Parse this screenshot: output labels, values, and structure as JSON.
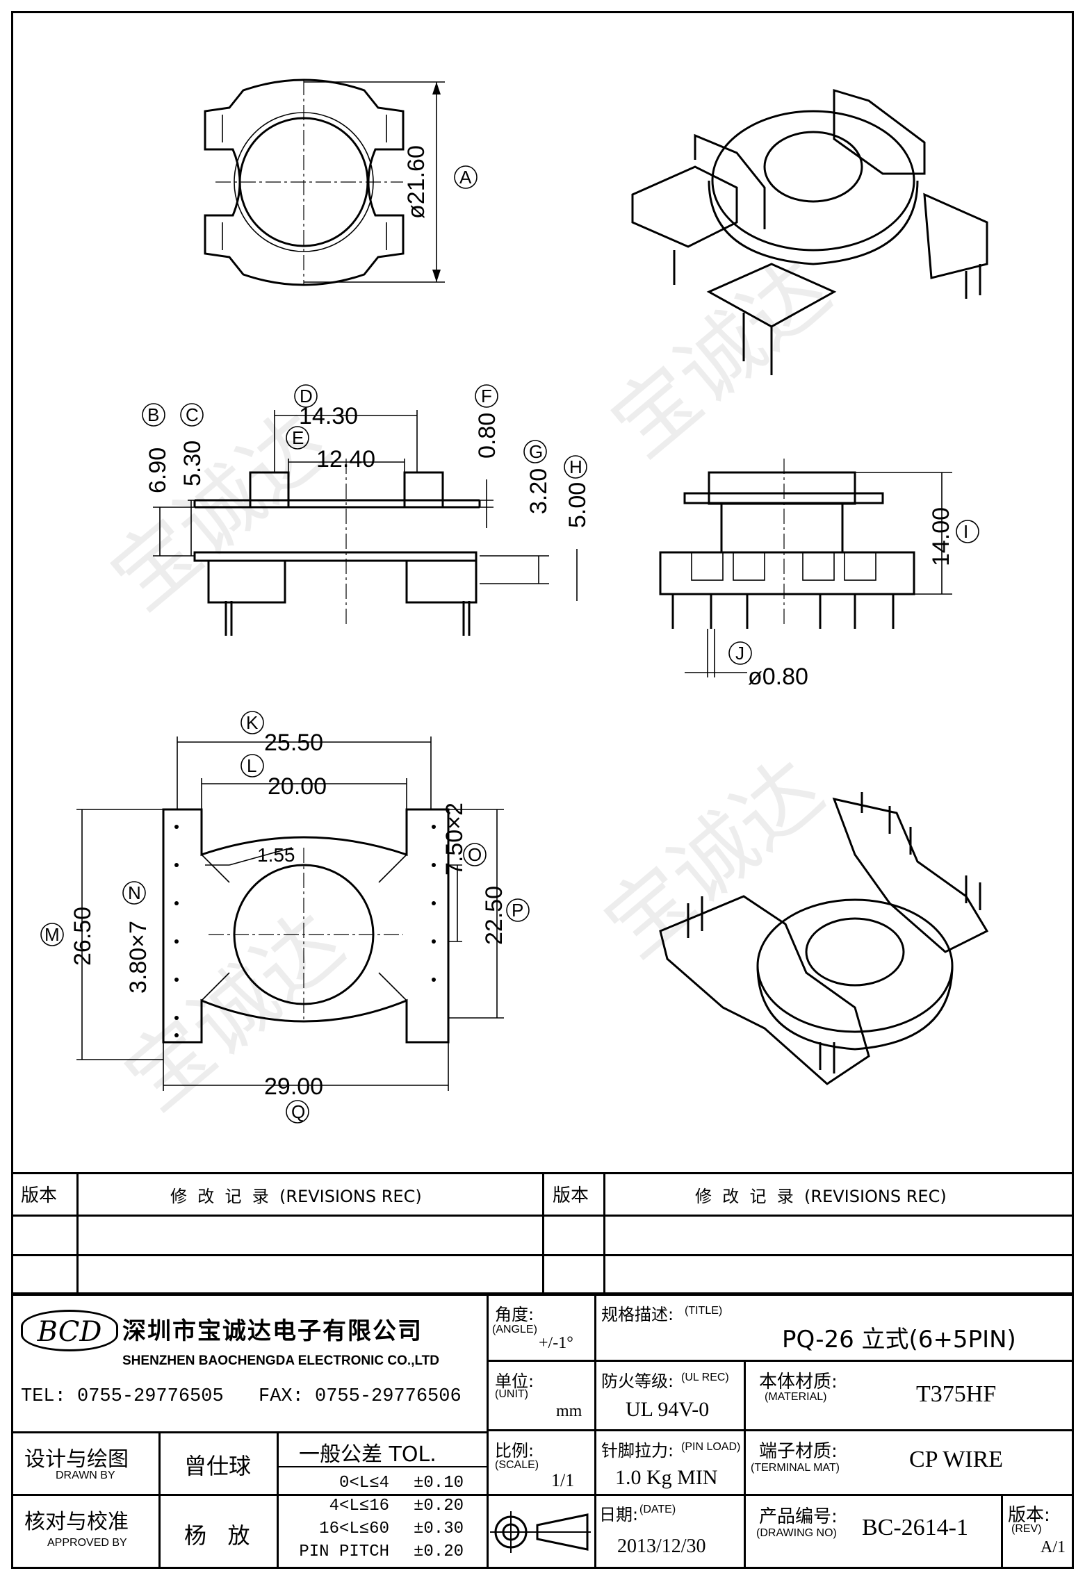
{
  "drawing": {
    "dims": {
      "A": "ø21.60",
      "B": "6.90",
      "C": "5.30",
      "D": "14.30",
      "E": "12.40",
      "F": "0.80",
      "G": "3.20",
      "H": "5.00",
      "I": "14.00",
      "J": "ø0.80",
      "K": "25.50",
      "L": "20.00",
      "M": "26.50",
      "N": "3.80×7",
      "O": "7.50×2",
      "P": "22.50",
      "Q": "29.00",
      "R": "1.55"
    },
    "markers": [
      "A",
      "B",
      "C",
      "D",
      "E",
      "F",
      "G",
      "H",
      "I",
      "J",
      "K",
      "L",
      "M",
      "N",
      "O",
      "P",
      "Q"
    ]
  },
  "revisions": {
    "col1": "版本",
    "col2": "修  改  记  录  (REVISIONS REC)",
    "col3": "版本",
    "col4": "修  改  记  录  (REVISIONS REC)"
  },
  "company": {
    "logo": "BCD",
    "name_cn": "深圳市宝诚达电子有限公司",
    "name_en": "SHENZHEN BAOCHENGDA ELECTRONIC CO.,LTD",
    "tel": "TEL: 0755-29776505",
    "fax": "FAX: 0755-29776506"
  },
  "titleblock": {
    "angle_label": "角度:",
    "angle_sub": "(ANGLE)",
    "angle_value": "+/-1°",
    "title_label": "规格描述:",
    "title_sub": "(TITLE)",
    "title_value": "PQ-26 立式(6+5PIN)",
    "unit_label": "单位:",
    "unit_sub": "(UNIT)",
    "unit_value": "mm",
    "ul_label": "防火等级:",
    "ul_sub": "(UL REC)",
    "ul_value": "UL 94V-0",
    "material_label": "本体材质:",
    "material_sub": "(MATERIAL)",
    "material_value": "T375HF",
    "scale_label": "比例:",
    "scale_sub": "(SCALE)",
    "scale_value": "1/1",
    "pinload_label": "针脚拉力:",
    "pinload_sub": "(PIN LOAD)",
    "pinload_value": "1.0 Kg MIN",
    "terminal_label": "端子材质:",
    "terminal_sub": "(TERMINAL MAT)",
    "terminal_value": "CP WIRE",
    "date_label": "日期:",
    "date_sub": "(DATE)",
    "date_value": "2013/12/30",
    "drawing_no_label": "产品编号:",
    "drawing_no_sub": "(DRAWING NO)",
    "drawing_no_value": "BC-2614-1",
    "rev_label": "版本:",
    "rev_sub": "(REV)",
    "rev_value": "A/1",
    "designed_label": "设计与绘图",
    "designed_sub": "DRAWN BY",
    "designed_value": "曾仕球",
    "approved_label": "核对与校准",
    "approved_sub": "APPROVED BY",
    "approved_value": "杨   放",
    "tol_title": "一般公差 TOL.",
    "tol_rows": [
      {
        "range": "0<L≤4",
        "value": "±0.10"
      },
      {
        "range": "4<L≤16",
        "value": "±0.20"
      },
      {
        "range": "16<L≤60",
        "value": "±0.30"
      },
      {
        "range": "PIN PITCH",
        "value": "±0.20"
      }
    ]
  },
  "watermark": "宝诚达"
}
